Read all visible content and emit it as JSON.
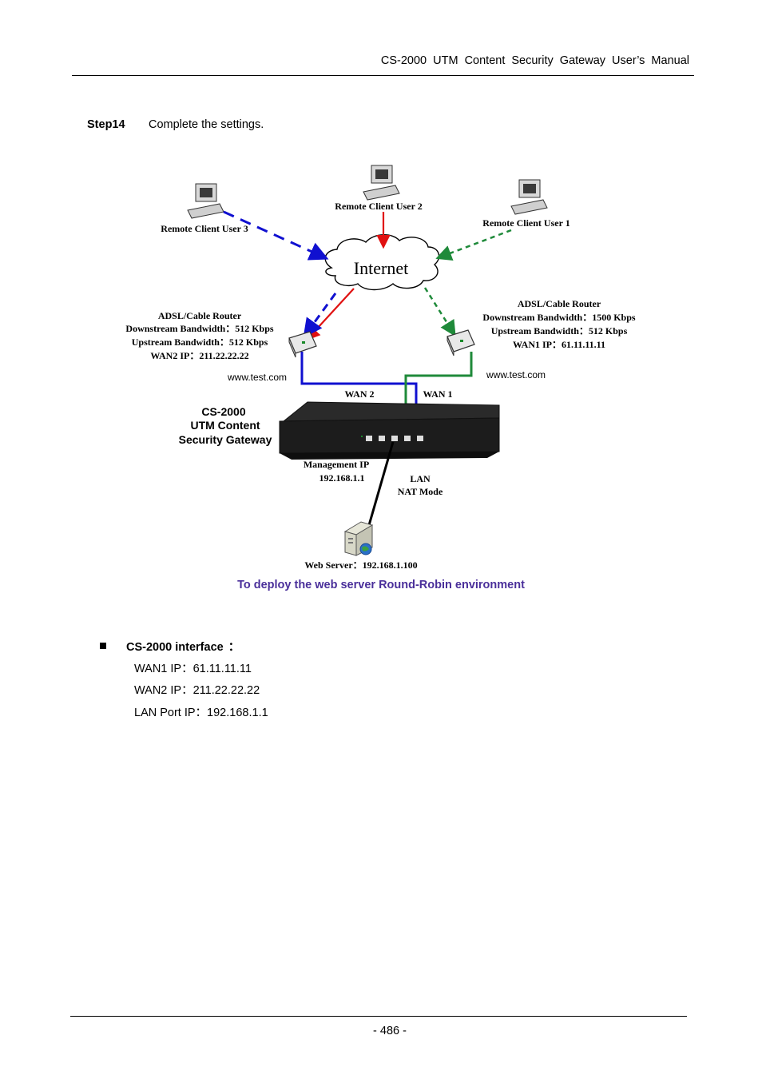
{
  "header": {
    "title": "CS-2000 UTM Content Security Gateway User’s Manual"
  },
  "step": {
    "label": "Step14",
    "text": "Complete the settings."
  },
  "diagram": {
    "internet_label": "Internet",
    "remote_user_1": "Remote Client User 1",
    "remote_user_2": "Remote Client User 2",
    "remote_user_3": "Remote Client User 3",
    "router_left": {
      "title": "ADSL/Cable Router",
      "downstream": "Downstream Bandwidth：512 Kbps",
      "upstream": "Upstream Bandwidth：512 Kbps",
      "wan_ip": "WAN2 IP：211.22.22.22",
      "url": "www.test.com"
    },
    "router_right": {
      "title": "ADSL/Cable Router",
      "downstream": "Downstream Bandwidth：1500 Kbps",
      "upstream": "Upstream Bandwidth：512 Kbps",
      "wan_ip": "WAN1 IP：61.11.11.11",
      "url": "www.test.com"
    },
    "wan2_label": "WAN 2",
    "wan1_label": "WAN 1",
    "gateway_line1": "CS-2000",
    "gateway_line2": "UTM Content",
    "gateway_line3": "Security Gateway",
    "mgmt_label": "Management IP",
    "mgmt_ip": "192.168.1.1",
    "lan_label": "LAN",
    "nat_label": "NAT Mode",
    "web_server": "Web Server：192.168.1.100",
    "colors": {
      "wan2": "#1010d0",
      "wan1": "#1f8a3a",
      "red": "#e01010",
      "lan": "#000000"
    }
  },
  "caption": "To deploy the web server Round-Robin environment",
  "bullet": {
    "title": "CS-2000 interface",
    "colon": "：",
    "lines": [
      "WAN1 IP：61.11.11.11",
      "WAN2 IP：211.22.22.22",
      "LAN Port IP：192.168.1.1"
    ]
  },
  "footer": {
    "page": "- 486 -"
  }
}
